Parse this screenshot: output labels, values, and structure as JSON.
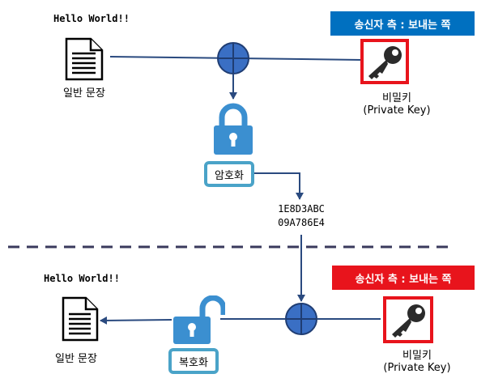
{
  "top": {
    "message": "Hello World!!",
    "document_label": "일반 문장",
    "banner": "송신자 측 : 보내는 쪽",
    "key_label_line1": "비밀키",
    "key_label_line2": "(Private Key)",
    "operation": "암호화",
    "ciphertext_line1": "1E8D3ABC",
    "ciphertext_line2": "09A786E4"
  },
  "bottom": {
    "message": "Hello World!!",
    "document_label": "일반 문장",
    "banner": "송신자 측 : 보내는 쪽",
    "key_label_line1": "비밀키",
    "key_label_line2": "(Private Key)",
    "operation": "복호화"
  },
  "colors": {
    "line": "#2a4a7f",
    "xor": "#3a6fc4",
    "lock": "#3b8fd0",
    "op_border": "#4aa3c8",
    "banner_top": "#0070c0",
    "banner_bottom": "#e8141c",
    "key_frame": "#e8141c",
    "divider": "#3a3a5c"
  },
  "icons": [
    "document-icon",
    "key-icon",
    "xor-icon",
    "lock-closed-icon",
    "lock-open-icon"
  ]
}
